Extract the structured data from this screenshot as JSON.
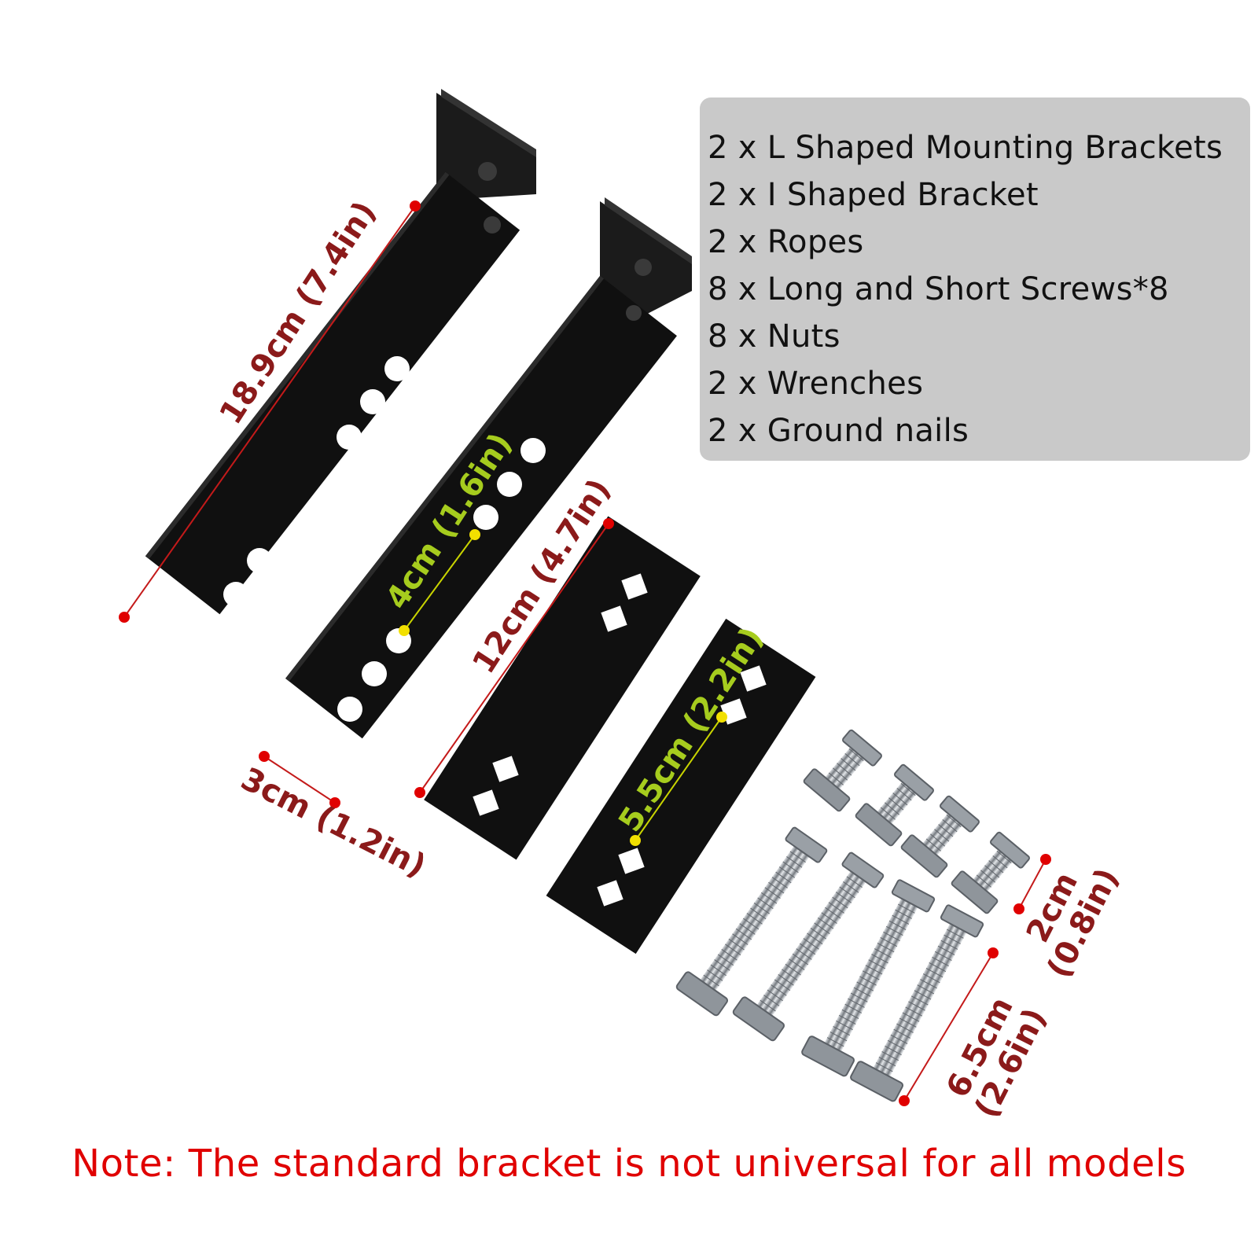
{
  "contents": [
    "2 x L Shaped Mounting Brackets",
    "2 x I Shaped Bracket",
    "2 x Ropes",
    "8 x Long and Short Screws*8",
    "8 x Nuts",
    "2 x Wrenches",
    "2 x Ground nails"
  ],
  "dimensions": {
    "long_bracket": "18.9cm (7.4in)",
    "hole_spacing": "4cm (1.6in)",
    "bracket_width": "3cm (1.2in)",
    "plate_length": "12cm (4.7in)",
    "plate_hole_spacing": "5.5cm (2.2in)",
    "short_screw": "2cm (0.8in)",
    "long_screw": "6.5cm (2.6in)"
  },
  "note": "Note: The standard bracket is not universal for all models",
  "colors": {
    "dimension_red": "#8b1a1a",
    "dimension_green": "#a6cc1e",
    "note_red": "#e00000",
    "panel_gray": "#c9c9c9"
  }
}
